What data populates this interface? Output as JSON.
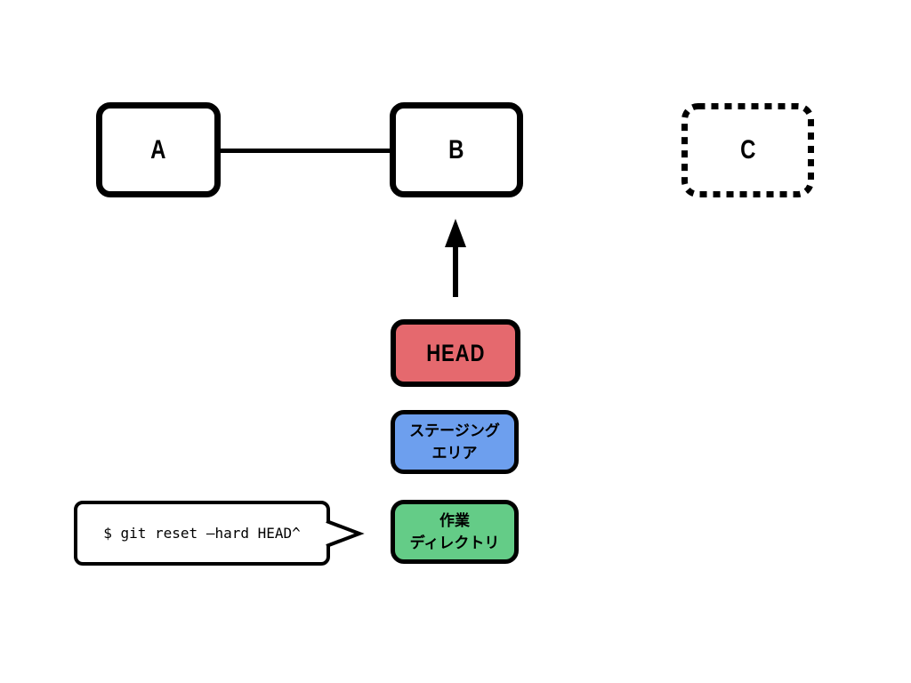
{
  "diagram": {
    "commits": [
      {
        "label": "A",
        "style": "solid"
      },
      {
        "label": "B",
        "style": "solid"
      },
      {
        "label": "C",
        "style": "dashed"
      }
    ],
    "edge": {
      "from": "A",
      "to": "B"
    },
    "head_pointer": {
      "label": "HEAD",
      "color": "#E5696E",
      "points_to": "B"
    },
    "staging_area": {
      "lines": [
        "ステージング",
        "エリア"
      ],
      "color": "#6D9FEE"
    },
    "working_directory": {
      "lines": [
        "作業",
        "ディレクトリ"
      ],
      "color": "#64CC87"
    },
    "command_bubble": {
      "text": "$ git reset —hard HEAD^"
    },
    "colors": {
      "outline": "#000000",
      "background": "#FFFFFF",
      "arrow": "#000000"
    }
  }
}
